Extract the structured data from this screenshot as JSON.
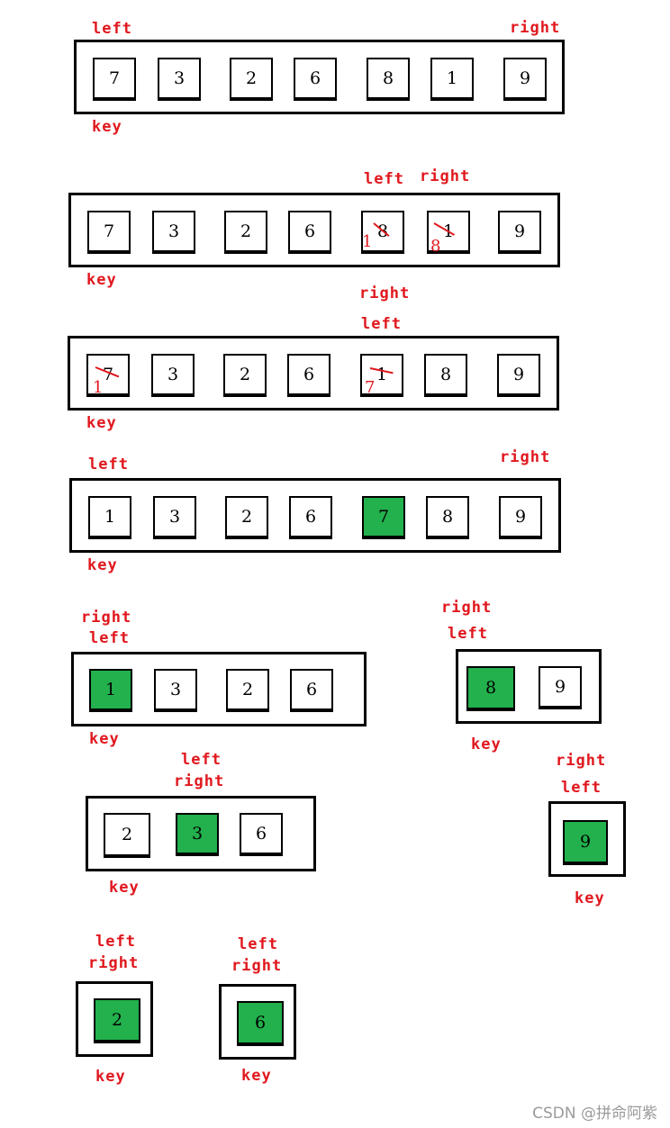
{
  "labels": {
    "left": "left",
    "right": "right",
    "key": "key"
  },
  "step1": {
    "cells": [
      "7",
      "3",
      "2",
      "6",
      "8",
      "1",
      "9"
    ]
  },
  "step2": {
    "cells": [
      "7",
      "3",
      "2",
      "6",
      "8",
      "1",
      "9"
    ],
    "written_under_8": "1",
    "written_under_1": "8"
  },
  "step3": {
    "cells": [
      "7",
      "3",
      "2",
      "6",
      "1",
      "8",
      "9"
    ],
    "written_under_7": "1",
    "written_under_1": "7"
  },
  "step4": {
    "cells": [
      "1",
      "3",
      "2",
      "6",
      "7",
      "8",
      "9"
    ],
    "pivot": "7"
  },
  "step5_left_part": {
    "cells": [
      "1",
      "3",
      "2",
      "6"
    ],
    "pivot": "1"
  },
  "step5_right_part": {
    "cells": [
      "8",
      "9"
    ],
    "pivot": "8"
  },
  "step6_middle_part": {
    "cells": [
      "2",
      "3",
      "6"
    ],
    "pivot": "3"
  },
  "step6_single": {
    "cells": [
      "9"
    ],
    "pivot": "9"
  },
  "step7_single_a": {
    "cells": [
      "2"
    ],
    "pivot": "2"
  },
  "step7_single_b": {
    "cells": [
      "6"
    ],
    "pivot": "6"
  },
  "colors": {
    "annotation": "#e0181e",
    "pivot_fill": "#22b14c",
    "border": "#000000"
  },
  "watermark": "CSDN @拼命阿紫"
}
